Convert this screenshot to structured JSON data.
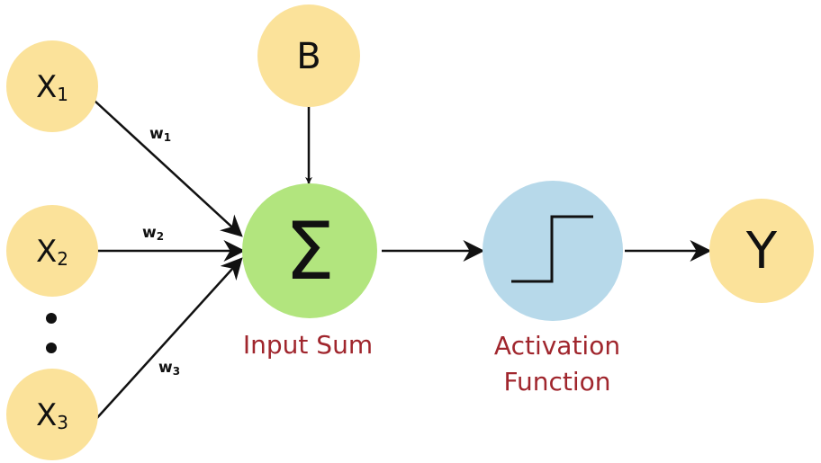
{
  "colors": {
    "input_node": "#fbe29a",
    "sum_node": "#b2e57e",
    "activation_node": "#b7d9ea",
    "caption": "#a0262d",
    "edge": "#111111"
  },
  "inputs": {
    "x1_base": "X",
    "x1_sub": "1",
    "x2_base": "X",
    "x2_sub": "2",
    "x3_base": "X",
    "x3_sub": "3"
  },
  "weights": {
    "w1_base": "w",
    "w1_sub": "1",
    "w2_base": "w",
    "w2_sub": "2",
    "w3_base": "w",
    "w3_sub": "3"
  },
  "bias": {
    "label": "B"
  },
  "sum": {
    "symbol": "Σ",
    "caption": "Input Sum"
  },
  "activation": {
    "icon": "step-function-icon",
    "caption_line1": "Activation",
    "caption_line2": "Function"
  },
  "output": {
    "label": "Y"
  },
  "ellipsis_icon": "vertical-dots-icon"
}
